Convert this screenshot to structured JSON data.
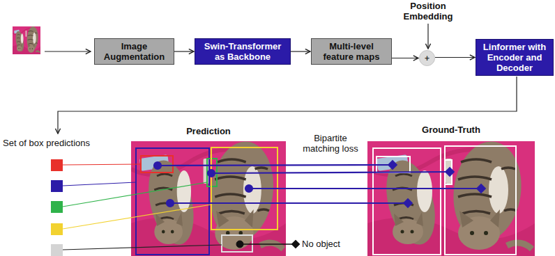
{
  "diagram": {
    "nodes": [
      {
        "text": [
          "Image Augmentation"
        ]
      },
      {
        "text": [
          "Swin-Transformer as Backbone"
        ]
      },
      {
        "text": [
          "Multi-level feature maps"
        ]
      },
      {
        "text": [
          "+"
        ]
      },
      {
        "text": [
          "Linformer with Encoder and Decoder"
        ]
      }
    ],
    "edges": [
      {
        "from": 0,
        "to": 1,
        "arrow": "to"
      },
      {
        "from": 1,
        "to": 2,
        "arrow": "to"
      },
      {
        "from": 2,
        "to": 3,
        "arrow": "to"
      },
      {
        "from": 3,
        "to": 4,
        "arrow": "to"
      }
    ],
    "labels": [
      "Position Embedding",
      "Set of box predictions",
      "Prediction",
      "Bipartite matching loss",
      "Ground-Truth",
      "No object"
    ]
  }
}
